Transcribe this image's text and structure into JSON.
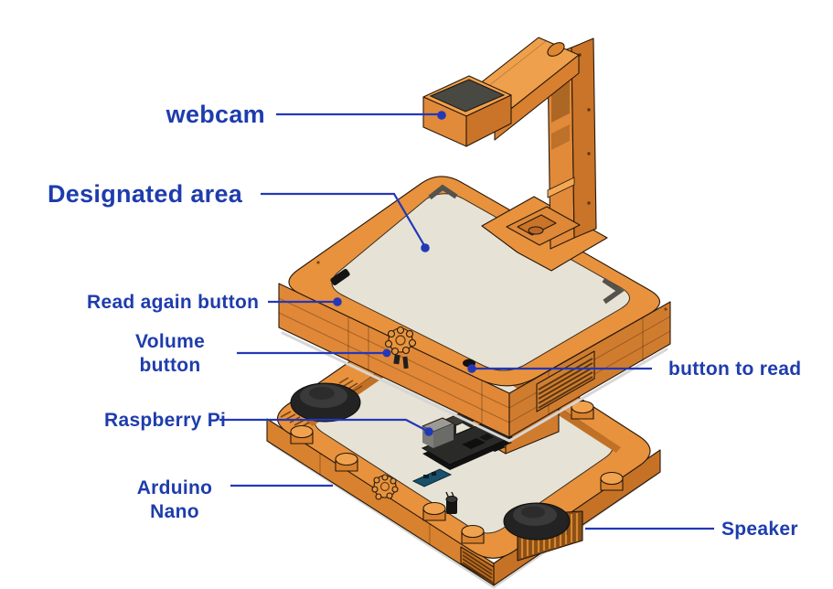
{
  "diagram": {
    "background": "#ffffff",
    "label_color": "#1e3cad",
    "leader_color": "#2338b8",
    "device_colors": {
      "case_orange": "#e8923e",
      "case_orange_light": "#efa04c",
      "case_orange_dark": "#c97428",
      "surface_cream": "#e6e2d5",
      "webcam_screen_gray": "#494944",
      "speaker_black": "#232323",
      "pcb_black": "#222222",
      "arduino_blue": "#19506a"
    },
    "labels": {
      "webcam": "webcam",
      "designated_area": "Designated area",
      "read_again_button": "Read again button",
      "volume_button_line1": "Volume",
      "volume_button_line2": "button",
      "button_to_read": "button to read",
      "raspberry_pi": "Raspberry Pi",
      "arduino_nano_line1": "Arduino",
      "arduino_nano_line2": "Nano",
      "speaker": "Speaker"
    }
  }
}
